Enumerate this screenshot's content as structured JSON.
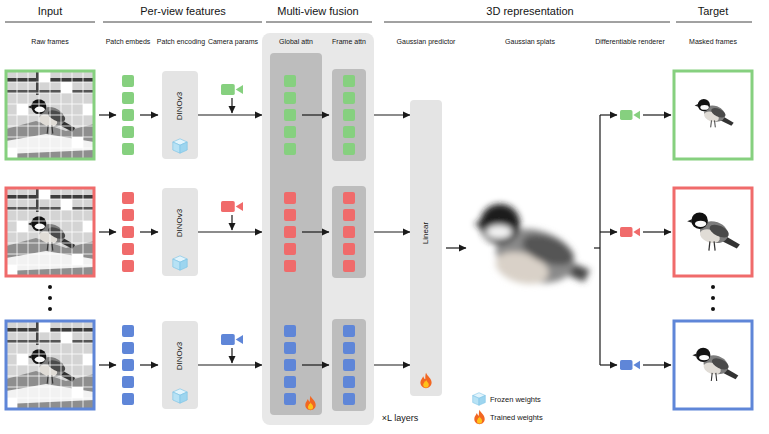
{
  "diagram": {
    "nodes": [
      {
        "text": [
          "DINOv3"
        ]
      },
      {
        "text": [
          "DINOv3"
        ]
      },
      {
        "text": [
          "DINOv3"
        ]
      },
      {
        "text": [
          "Global attn",
          "Frame attn"
        ]
      },
      {
        "text": [
          "Linear"
        ]
      }
    ],
    "edges": [
      {
        "from": 0,
        "to": 3,
        "arrow": "to"
      },
      {
        "from": 1,
        "to": 3,
        "arrow": "to"
      },
      {
        "from": 2,
        "to": 3,
        "arrow": "to"
      },
      {
        "from": 3,
        "to": 4,
        "arrow": "to"
      },
      {
        "from": 3,
        "to": 4,
        "arrow": "to"
      },
      {
        "from": 3,
        "to": 4,
        "arrow": "to"
      }
    ],
    "labels": [
      "Input",
      "Per-view features",
      "Multi-view fusion",
      "3D representation",
      "Target",
      "Raw frames",
      "Patch embeds",
      "Patch encoding",
      "Camera params",
      "Gaussian predictor",
      "Gaussian splats",
      "Differentiable renderer",
      "Masked frames",
      "×L layers"
    ],
    "legend": [
      {
        "text": "Frozen weights"
      },
      {
        "text": "Trained weights"
      }
    ]
  }
}
